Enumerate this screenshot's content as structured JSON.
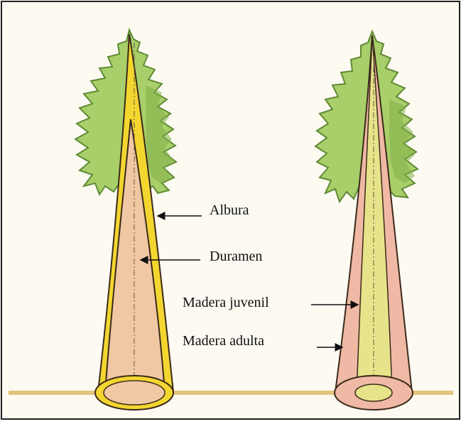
{
  "labels": {
    "albura": "Albura",
    "duramen": "Duramen",
    "madera_juvenil": "Madera juvenil",
    "madera_adulta": "Madera adulta"
  },
  "colors": {
    "background": "#fdfaf2",
    "frame": "#222222",
    "ground": "#e3c37c",
    "foliage_light": "#b6d77a",
    "foliage_dark": "#6f9a3c",
    "sapwood": "#f3d630",
    "heartwood": "#f1c8a4",
    "juvenile_wood": "#e7e38a",
    "adult_wood": "#f0b9a5",
    "trunk_outline": "#3a2a1a"
  }
}
